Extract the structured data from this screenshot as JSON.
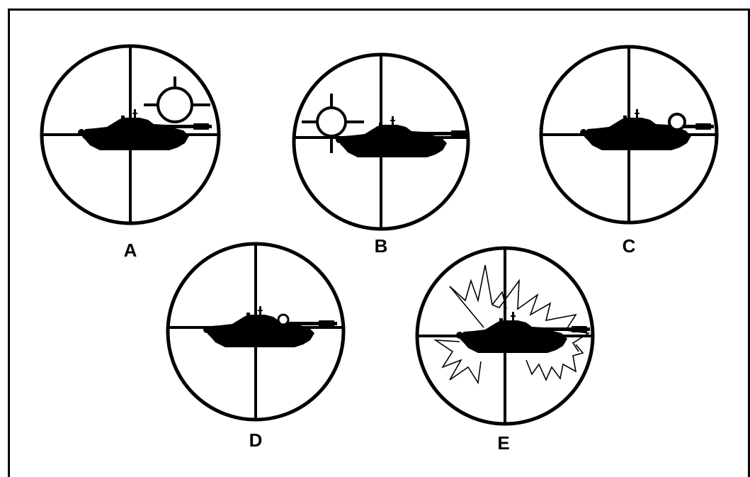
{
  "colors": {
    "ink": "#000000",
    "paper": "#ffffff"
  },
  "panels": [
    {
      "id": "A",
      "label": "A",
      "reticle": "large",
      "explosion": false
    },
    {
      "id": "B",
      "label": "B",
      "reticle": "large",
      "explosion": false
    },
    {
      "id": "C",
      "label": "C",
      "reticle": "small",
      "explosion": false
    },
    {
      "id": "D",
      "label": "D",
      "reticle": "dot",
      "explosion": false
    },
    {
      "id": "E",
      "label": "E",
      "reticle": "none",
      "explosion": true
    }
  ]
}
